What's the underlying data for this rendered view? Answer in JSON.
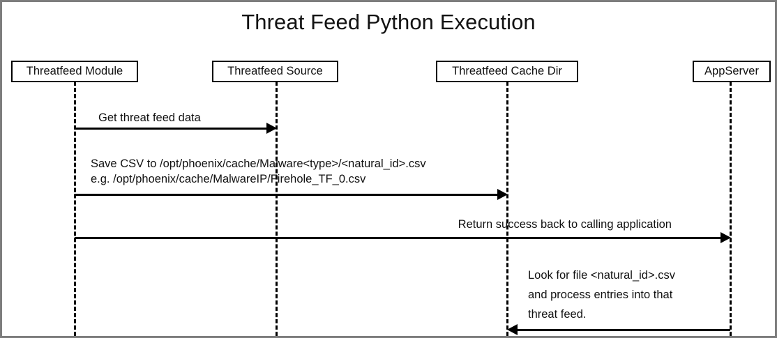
{
  "diagram": {
    "type": "sequence-diagram",
    "title": "Threat Feed Python Execution",
    "background_color": "#ffffff",
    "line_color": "#000000",
    "border_color": "#7d7d7d",
    "participants": [
      {
        "id": "threatfeed-module",
        "label": "Threatfeed Module"
      },
      {
        "id": "threatfeed-source",
        "label": "Threatfeed Source"
      },
      {
        "id": "threatfeed-cache-dir",
        "label": "Threatfeed Cache Dir"
      },
      {
        "id": "appserver",
        "label": "AppServer"
      }
    ],
    "messages": [
      {
        "id": "msg-get-threat-feed-data",
        "from": "threatfeed-module",
        "to": "threatfeed-source",
        "direction": "right",
        "label_lines": [
          "Get threat feed data"
        ],
        "label": "Get threat feed data"
      },
      {
        "id": "msg-save-csv",
        "from": "threatfeed-module",
        "to": "threatfeed-cache-dir",
        "direction": "right",
        "label_lines": [
          "Save CSV to /opt/phoenix/cache/Malware<type>/<natural_id>.csv",
          "e.g. /opt/phoenix/cache/MalwareIP/Firehole_TF_0.csv"
        ],
        "label_line_1": "Save CSV to /opt/phoenix/cache/Malware<type>/<natural_id>.csv",
        "label_line_2": "e.g. /opt/phoenix/cache/MalwareIP/Firehole_TF_0.csv"
      },
      {
        "id": "msg-return-success",
        "from": "threatfeed-module",
        "to": "appserver",
        "direction": "right",
        "label_lines": [
          "Return success back to calling application"
        ],
        "label": "Return success back to calling application"
      },
      {
        "id": "msg-look-for-file",
        "from": "appserver",
        "to": "threatfeed-cache-dir",
        "direction": "left",
        "label_lines": [
          "Look for file <natural_id>.csv",
          "and process entries into that",
          "threat feed."
        ],
        "label_line_1": "Look for file <natural_id>.csv",
        "label_line_2": "and process entries into that",
        "label_line_3": "threat feed."
      }
    ]
  }
}
